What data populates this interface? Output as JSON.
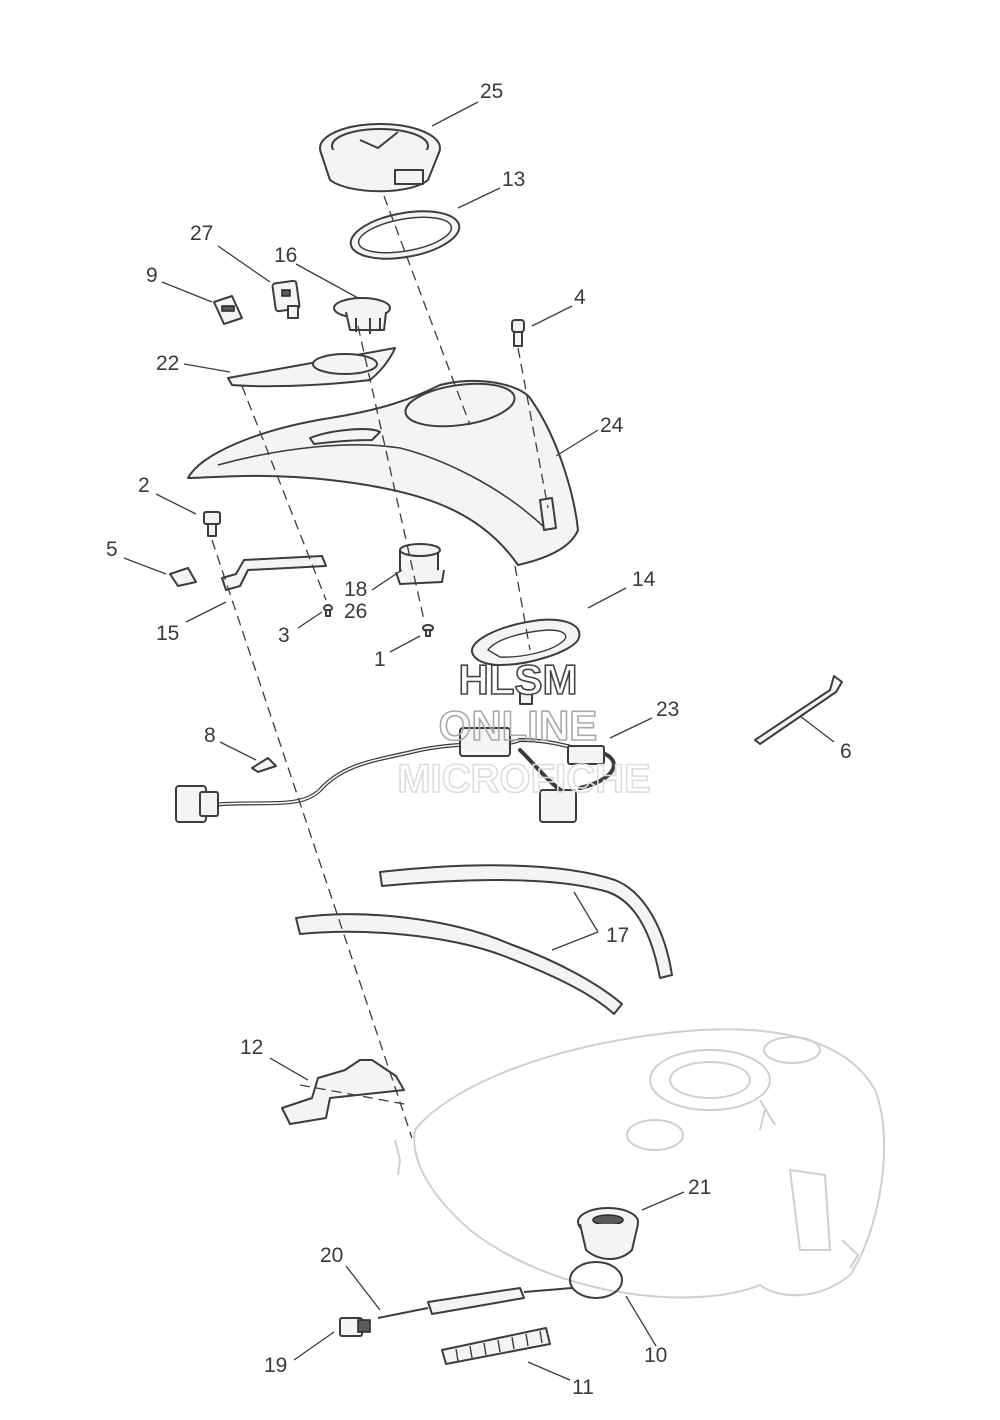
{
  "callouts": [
    {
      "id": "25",
      "text": "25"
    },
    {
      "id": "13",
      "text": "13"
    },
    {
      "id": "27",
      "text": "27"
    },
    {
      "id": "16",
      "text": "16"
    },
    {
      "id": "9",
      "text": "9"
    },
    {
      "id": "4",
      "text": "4"
    },
    {
      "id": "22",
      "text": "22"
    },
    {
      "id": "24",
      "text": "24"
    },
    {
      "id": "2",
      "text": "2"
    },
    {
      "id": "5",
      "text": "5"
    },
    {
      "id": "18",
      "text": "18"
    },
    {
      "id": "26",
      "text": "26"
    },
    {
      "id": "3",
      "text": "3"
    },
    {
      "id": "15",
      "text": "15"
    },
    {
      "id": "14",
      "text": "14"
    },
    {
      "id": "1",
      "text": "1"
    },
    {
      "id": "23",
      "text": "23"
    },
    {
      "id": "6",
      "text": "6"
    },
    {
      "id": "8",
      "text": "8"
    },
    {
      "id": "17",
      "text": "17"
    },
    {
      "id": "12",
      "text": "12"
    },
    {
      "id": "21",
      "text": "21"
    },
    {
      "id": "20",
      "text": "20"
    },
    {
      "id": "10",
      "text": "10"
    },
    {
      "id": "19",
      "text": "19"
    },
    {
      "id": "11",
      "text": "11"
    }
  ],
  "watermark": {
    "line1": "HLSM",
    "line2": "ONLINE",
    "line3": "MICROFICHE"
  },
  "colors": {
    "line": "#3c3c3c",
    "ghost_tank": "#cfcfcf",
    "background": "#ffffff"
  }
}
